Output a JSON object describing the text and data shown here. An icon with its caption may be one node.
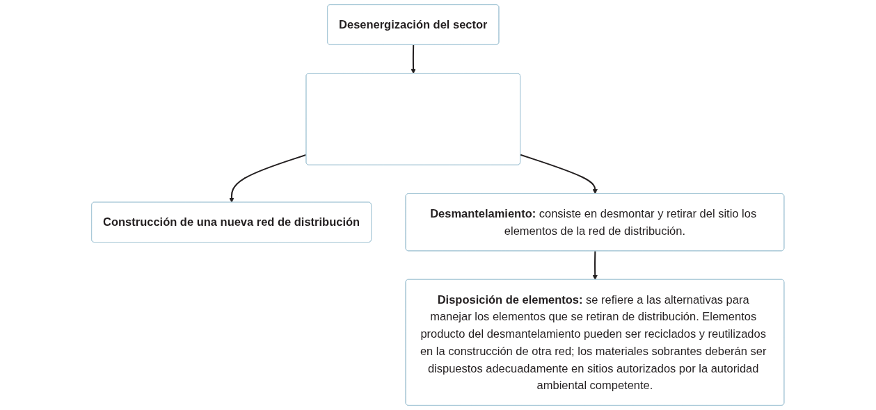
{
  "diagram": {
    "nodes": [
      {
        "text": [
          "Desenergización del sector"
        ]
      },
      {
        "text": [],
        "shape": "box"
      },
      {
        "text": [
          "Construcción de una nueva red de distribución"
        ]
      },
      {
        "text": [
          "**Desmantelamiento:** consiste en desmontar y retirar del sitio los elementos de la red de distribución."
        ]
      },
      {
        "text": [
          "**Disposición de elementos:** se refiere a las alternativas para manejar los elementos que se retiran de distribución. Elementos producto del desmantelamiento pueden ser reciclados y reutilizados en la construcción de otra red; los materiales sobrantes deberán ser dispuestos adecuadamente en sitios autorizados por la autoridad ambiental competente."
        ]
      }
    ],
    "edges": [
      {
        "from": 0,
        "to": 1,
        "arrow": "to"
      },
      {
        "from": 1,
        "to": 2,
        "arrow": "to"
      },
      {
        "from": 1,
        "to": 3,
        "arrow": "to"
      },
      {
        "from": 3,
        "to": 4,
        "arrow": "to"
      }
    ]
  }
}
